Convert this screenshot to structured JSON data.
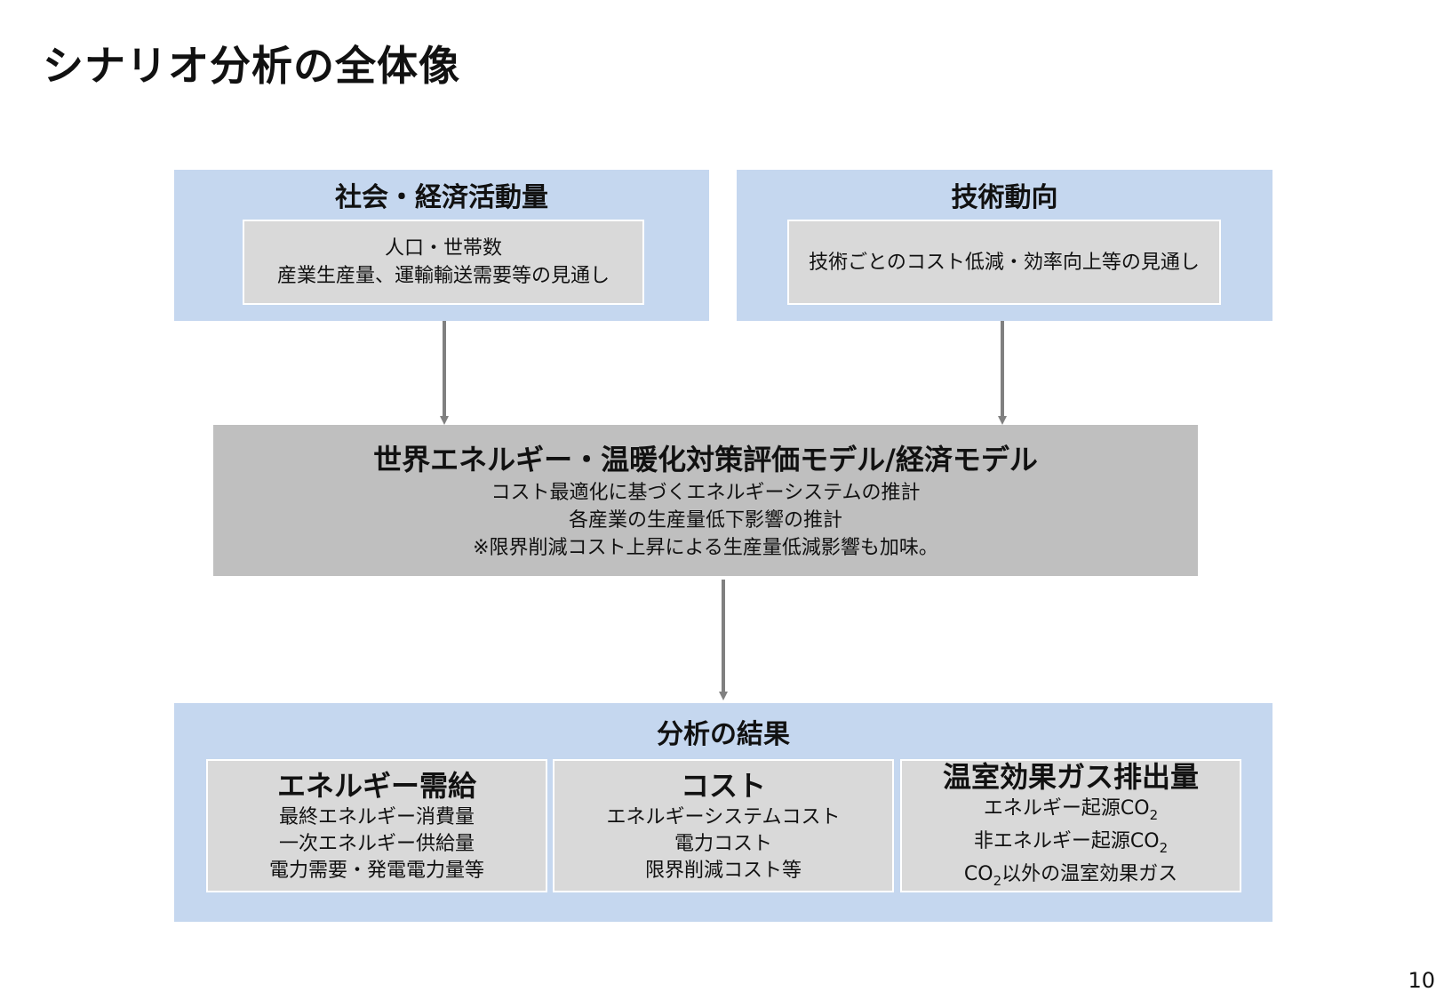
{
  "slide": {
    "title": "シナリオ分析の全体像",
    "page_number": "10"
  },
  "colors": {
    "panel_fill": "#c5d7ef",
    "inner_box_fill": "#d9d9d9",
    "model_box_fill": "#bfbfbf",
    "arrow": "#808080"
  },
  "inputs": {
    "socio_economic": {
      "title": "社会・経済活動量",
      "lines": [
        "人口・世帯数",
        "産業生産量、運輸輸送需要等の見通し"
      ]
    },
    "technology": {
      "title": "技術動向",
      "lines": [
        "技術ごとのコスト低減・効率向上等の見通し"
      ]
    }
  },
  "model": {
    "title": "世界エネルギー・温暖化対策評価モデル/経済モデル",
    "lines": [
      "コスト最適化に基づくエネルギーシステムの推計",
      "各産業の生産量低下影響の推計",
      "※限界削減コスト上昇による生産量低減影響も加味。"
    ]
  },
  "results": {
    "title": "分析の結果",
    "energy": {
      "title": "エネルギー需給",
      "lines": [
        "最終エネルギー消費量",
        "一次エネルギー供給量",
        "電力需要・発電電力量等"
      ]
    },
    "cost": {
      "title": "コスト",
      "lines": [
        "エネルギーシステムコスト",
        "電力コスト",
        "限界削減コスト等"
      ]
    },
    "ghg": {
      "title": "温室効果ガス排出量",
      "line1_prefix": "エネルギー起源CO",
      "line2_prefix": "非エネルギー起源CO",
      "line3_prefix": "CO",
      "line3_suffix": "以外の温室効果ガス",
      "subscript": "2"
    }
  }
}
